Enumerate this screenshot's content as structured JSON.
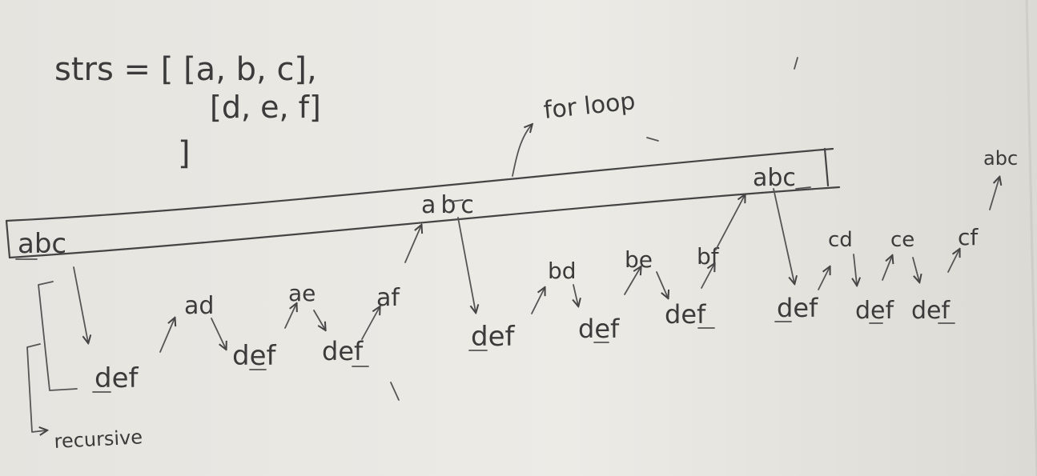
{
  "code": {
    "line1": "strs = [ [a, b, c],",
    "line2": "[d, e, f]",
    "line3": "]"
  },
  "annotations": {
    "for_loop": "for loop",
    "recursive": "recursive"
  },
  "loop_level": {
    "left": "abc",
    "mid": "abc",
    "right": "abc"
  },
  "top_right_result": "abc",
  "defs": [
    "def",
    "def",
    "def",
    "def",
    "def",
    "def",
    "def",
    "def",
    "def"
  ],
  "results": [
    "ad",
    "ae",
    "af",
    "bd",
    "be",
    "bf",
    "cd",
    "ce",
    "cf"
  ],
  "colors": {
    "paper": "#e9e7e2",
    "ink": "#3b3b3b"
  }
}
